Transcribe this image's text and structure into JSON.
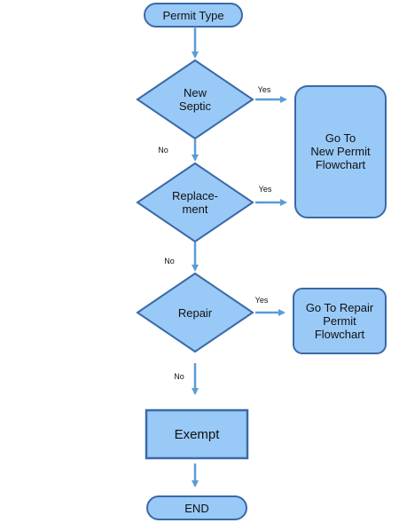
{
  "colors": {
    "fill": "#99c9f7",
    "stroke": "#3a6aa6",
    "arrow": "#5b9bd5"
  },
  "nodes": {
    "start": "Permit Type",
    "new_septic": "New\nSeptic",
    "replacement": "Replace-\nment",
    "repair": "Repair",
    "goto_new": "Go To\nNew Permit\nFlowchart",
    "goto_repair": "Go To Repair\nPermit\nFlowchart",
    "exempt": "Exempt",
    "end": "END"
  },
  "edges": {
    "yes_1": "Yes",
    "yes_2": "Yes",
    "yes_3": "Yes",
    "no_1": "No",
    "no_2": "No",
    "no_3": "No"
  }
}
